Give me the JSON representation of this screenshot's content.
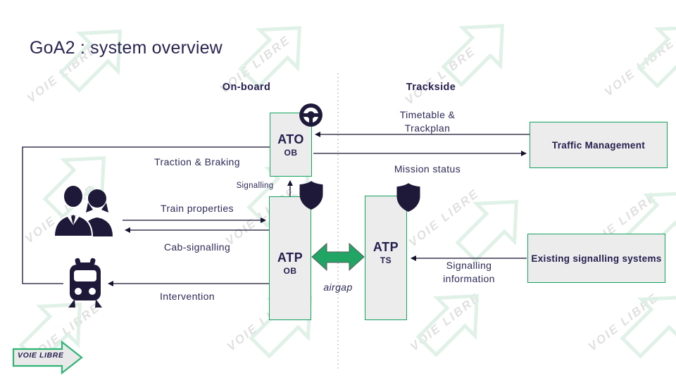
{
  "title": "GoA2 : system overview",
  "sections": {
    "onboard": "On-board",
    "trackside": "Trackside"
  },
  "boxes": {
    "ato": {
      "label": "ATO",
      "sub": "OB"
    },
    "atp_ob": {
      "label": "ATP",
      "sub": "OB"
    },
    "atp_ts": {
      "label": "ATP",
      "sub": "TS"
    },
    "traffic_management": {
      "label": "Traffic Management"
    },
    "existing_signalling": {
      "label": "Existing signalling systems"
    }
  },
  "flows": {
    "timetable_trackplan": "Timetable & Trackplan",
    "mission_status": "Mission status",
    "traction_braking": "Traction & Braking",
    "train_properties": "Train properties",
    "cab_signalling": "Cab-signalling",
    "intervention": "Intervention",
    "signalling": "Signalling",
    "signalling_information": "Signalling information",
    "airgap": "airgap"
  },
  "logo": {
    "text": "VOIE LIBRE"
  },
  "watermark": {
    "text": "VOIE LIBRE"
  },
  "colors": {
    "accent_green": "#10a35c",
    "arrow_green": "#21a565",
    "navy": "#241e4e",
    "box_fill": "#ececec",
    "watermark_green": "#ddf0e6",
    "watermark_gray": "#d9d9d9"
  }
}
